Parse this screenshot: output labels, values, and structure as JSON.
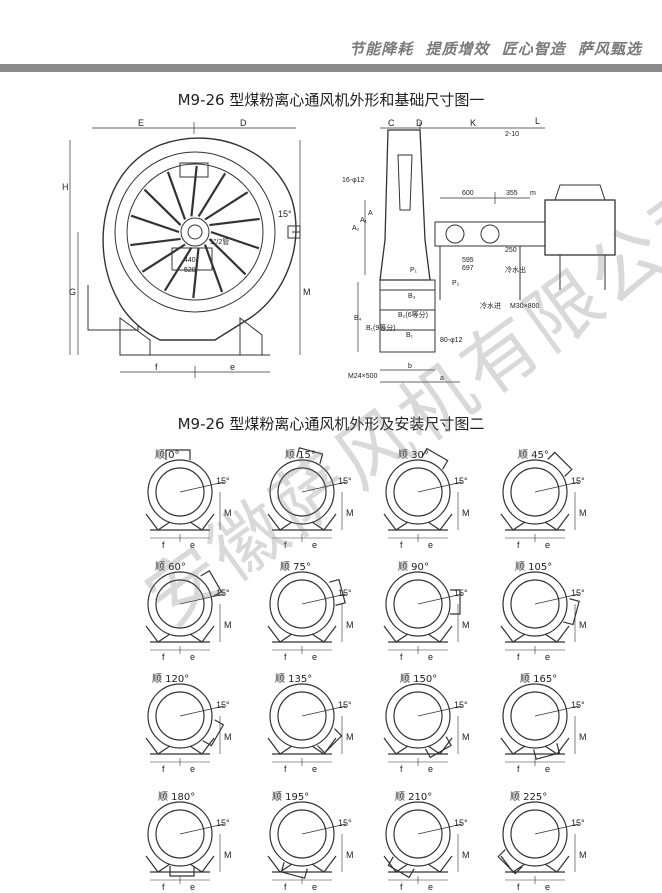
{
  "header": {
    "slogans": [
      "节能降耗",
      "提质增效",
      "匠心智造",
      "萨风甄选"
    ]
  },
  "figure1": {
    "title": "M9-26 型煤粉离心通风机外形和基础尺寸图一",
    "front_labels": {
      "E": "E",
      "D": "D",
      "H": "H",
      "G": "G",
      "M": "M",
      "f": "f",
      "e": "e",
      "deg15": "15°",
      "pipe": "1\"/2管",
      "d440": "440",
      "d520": "520"
    },
    "side_labels": {
      "C": "C",
      "D": "D",
      "K": "K",
      "L": "L",
      "d210": "2-10",
      "bolt16": "16-φ12",
      "A2": "A₂",
      "A1": "A₁",
      "A": "A",
      "P1": "P₁",
      "P2": "P₂",
      "B3": "B₃",
      "B2": "B₂(6等分)",
      "B1": "B₁",
      "B4": "B₄",
      "B1eq": "B₁(9等分)",
      "b": "b",
      "a": "a",
      "anchor": "M24×500",
      "d600": "600",
      "d355": "355",
      "m": "m",
      "d250": "250",
      "d595": "595",
      "d697": "697",
      "outlet": "冷水出",
      "inlet": "冷水进",
      "bolt_m30": "M30×800",
      "d80": "80-φ12"
    }
  },
  "figure2": {
    "title": "M9-26 型煤粉离心通风机外形及安装尺寸图二",
    "variants": [
      {
        "label": "顺 0°",
        "ang": 0
      },
      {
        "label": "顺 15°",
        "ang": 15
      },
      {
        "label": "顺 30°",
        "ang": 30
      },
      {
        "label": "顺 45°",
        "ang": 45
      },
      {
        "label": "顺 60°",
        "ang": 60
      },
      {
        "label": "顺 75°",
        "ang": 75
      },
      {
        "label": "顺 90°",
        "ang": 90
      },
      {
        "label": "顺 105°",
        "ang": 105
      },
      {
        "label": "顺 120°",
        "ang": 120
      },
      {
        "label": "顺 135°",
        "ang": 135
      },
      {
        "label": "顺 150°",
        "ang": 150
      },
      {
        "label": "顺 165°",
        "ang": 165
      },
      {
        "label": "顺 180°",
        "ang": 180
      },
      {
        "label": "顺 195°",
        "ang": 195
      },
      {
        "label": "顺 210°",
        "ang": 210
      },
      {
        "label": "顺 225°",
        "ang": 225
      }
    ],
    "dim_labels": {
      "f": "f",
      "e": "e",
      "M": "M",
      "deg15": "15°"
    }
  },
  "watermark": "安徽萨风机有限公司"
}
